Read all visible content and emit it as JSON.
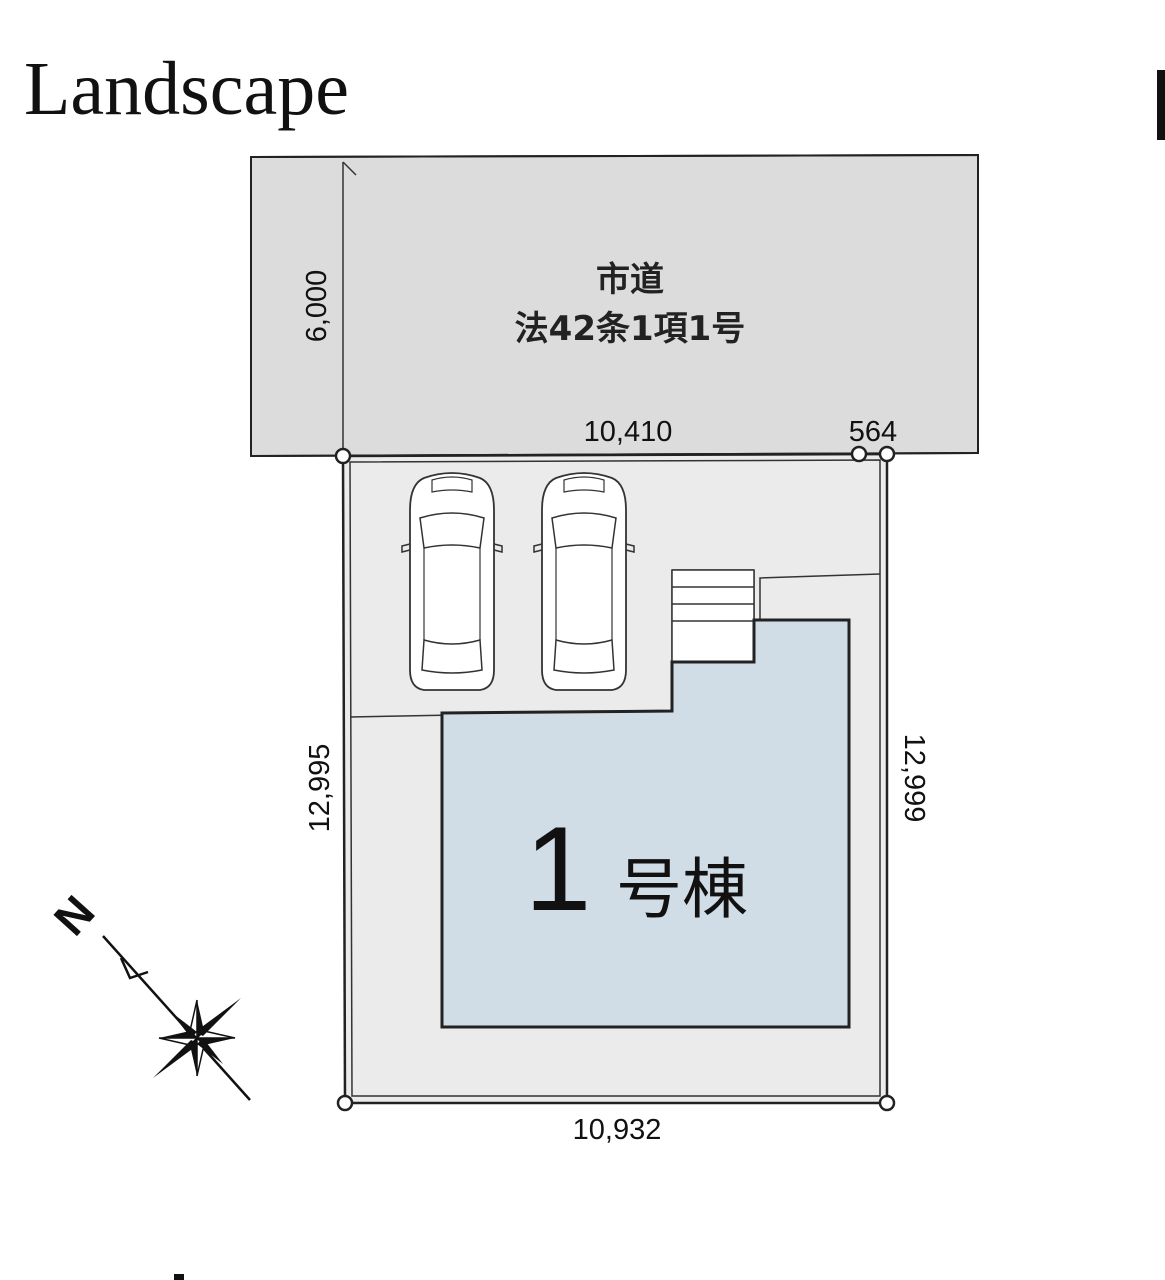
{
  "header": {
    "title": "Landscape"
  },
  "road": {
    "name": "市道",
    "designation": "法42条1項1号",
    "width_label": "6,000",
    "fill": "#dcdcdc"
  },
  "dimensions": {
    "front": "10,410",
    "front_extra": "564",
    "left": "12,995",
    "right": "12,999",
    "back": "10,932"
  },
  "building": {
    "number": "1",
    "suffix": "号棟",
    "fill": "#d1dde6"
  },
  "site": {
    "fill": "#ebebeb"
  },
  "compass": {
    "letter": "N"
  }
}
